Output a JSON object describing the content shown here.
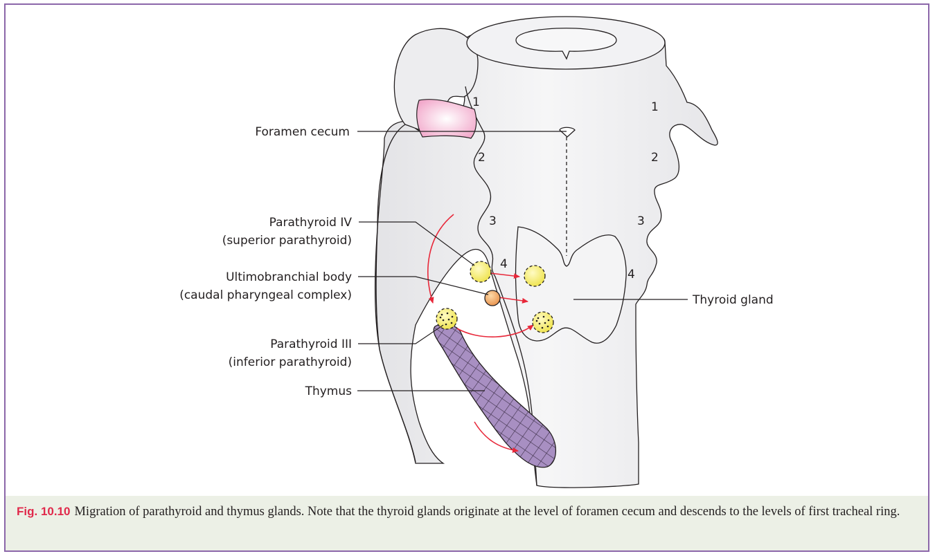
{
  "figure": {
    "number": "Fig. 10.10",
    "caption": "Migration of parathyroid and thymus glands. Note that the thyroid glands originate at the level of foramen cecum and descends to the levels of first tracheal ring."
  },
  "labels": {
    "foramen_cecum": "Foramen cecum",
    "parathyroid_iv": "Parathyroid IV",
    "parathyroid_iv_sub": "(superior parathyroid)",
    "ultimobranchial": "Ultimobranchial body",
    "ultimobranchial_sub": "(caudal pharyngeal complex)",
    "parathyroid_iii": "Parathyroid III",
    "parathyroid_iii_sub": "(inferior parathyroid)",
    "thymus": "Thymus",
    "thyroid_gland": "Thyroid gland"
  },
  "pouch_numbers": {
    "left": [
      "1",
      "2",
      "3",
      "4"
    ],
    "right": [
      "1",
      "2",
      "3",
      "4"
    ]
  },
  "colors": {
    "border": "#8b66a9",
    "caption_bg": "#ecf0e6",
    "fig_number": "#e0294b",
    "arrow": "#e8283a",
    "parathyroid": "#f3ec5a",
    "ultimobranchial": "#f0a25a",
    "thymus": "#a68bc0",
    "pharynx_fill": "#eeeeef",
    "pouch_pink": "#f7c4dc"
  }
}
